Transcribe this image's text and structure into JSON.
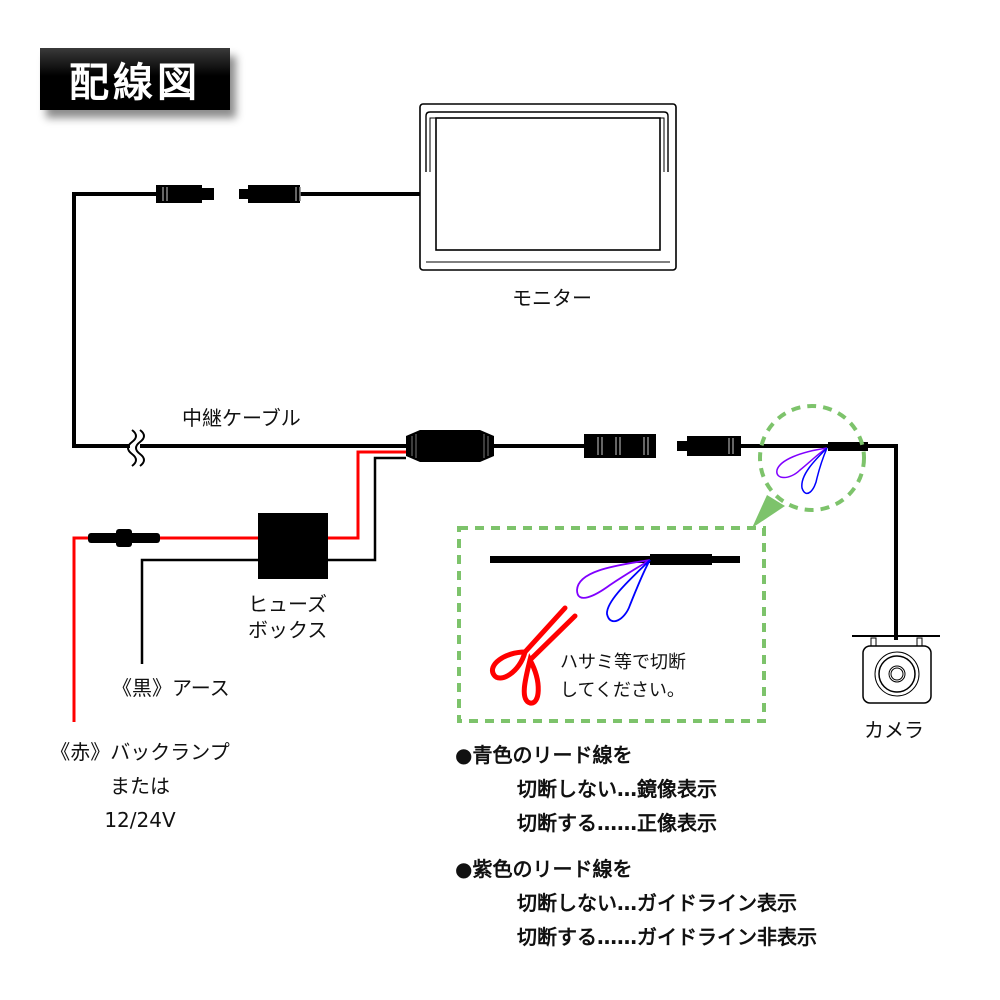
{
  "title": "配線図",
  "labels": {
    "monitor": "モニター",
    "relay_cable": "中継ケーブル",
    "fuse_box": [
      "ヒューズ",
      "ボックス"
    ],
    "ground": "《黒》アース",
    "power": [
      "《赤》バックランプ",
      "または",
      "12/24V"
    ],
    "camera": "カメラ",
    "cut_instruction": [
      "ハサミ等で切断",
      "してください。"
    ]
  },
  "notes": [
    {
      "heading": "●青色のリード線を",
      "items": [
        "切断しない…鏡像表示",
        "切断する……正像表示"
      ]
    },
    {
      "heading": "●紫色のリード線を",
      "items": [
        "切断しない…ガイドライン表示",
        "切断する……ガイドライン非表示"
      ]
    }
  ],
  "colors": {
    "wire": "#000000",
    "power_wire": "#ff0000",
    "purple_lead": "#8000ff",
    "blue_lead": "#0000ff",
    "callout": "#7dc36b",
    "scissors": "#ff0000"
  }
}
